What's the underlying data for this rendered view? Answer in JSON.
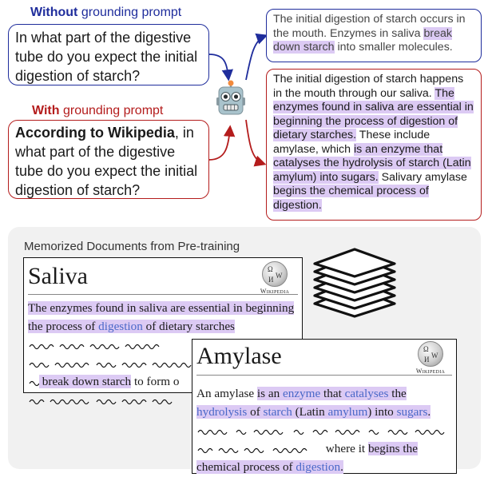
{
  "without_heading": {
    "bold": "Without",
    "rest": " grounding prompt"
  },
  "with_heading": {
    "bold": "With",
    "rest": " grounding prompt"
  },
  "colors": {
    "blue": "#1f2d9c",
    "red": "#b41c1c",
    "highlight": "#dccaf4",
    "link": "#4a68c8"
  },
  "question_plain": "In what part of the digestive tube do you expect the initial digestion of starch?",
  "question_grounded": {
    "prefix": "According to Wikipedia",
    "rest": ", in what part of the digestive tube do you expect the initial digestion of starch?"
  },
  "robot_icon": "robot-icon",
  "answer_plain": {
    "t1": "The initial digestion of starch occurs in the mouth. Enzymes in saliva ",
    "h1": "break down starch",
    "t2": " into smaller molecules."
  },
  "answer_grounded": {
    "t1": "The initial digestion of starch happens in the mouth through our saliva. ",
    "h1": "The enzymes found in saliva are essential in beginning the process of digestion of dietary starches.",
    "t2": " These include amylase, which ",
    "h2": "is an enzyme that catalyses the hydrolysis of starch (Latin amylum) into sugars.",
    "t3": " Salivary amylase ",
    "h3": "begins the chemical process of digestion."
  },
  "memory_title": "Memorized Documents from Pre-training",
  "stack_icon": "document-stack-icon",
  "saliva": {
    "title": "Saliva",
    "wikipedia": "Wikipedia",
    "h1": "The enzymes found in saliva are essential in beginning the process of ",
    "link1": "digestion",
    "h2": " of dietary starches",
    "tail": " break down starch",
    "t3": " to form o"
  },
  "amylase": {
    "title": "Amylase",
    "wikipedia": "Wikipedia",
    "t1": "An amylase ",
    "h1": "is an ",
    "l1": "enzyme",
    "h2": " that ",
    "l2": "catalyses",
    "h3": " the ",
    "l3": "hydrolysis",
    "h4": " of ",
    "l4": "starch",
    "h5": " (Latin ",
    "l5": "amylum",
    "h6": ") into ",
    "l6": "sugars",
    "h7": ".",
    "t2": " where it ",
    "h8": "begins the chemical process of ",
    "l7": "digestion",
    "h9": "."
  }
}
